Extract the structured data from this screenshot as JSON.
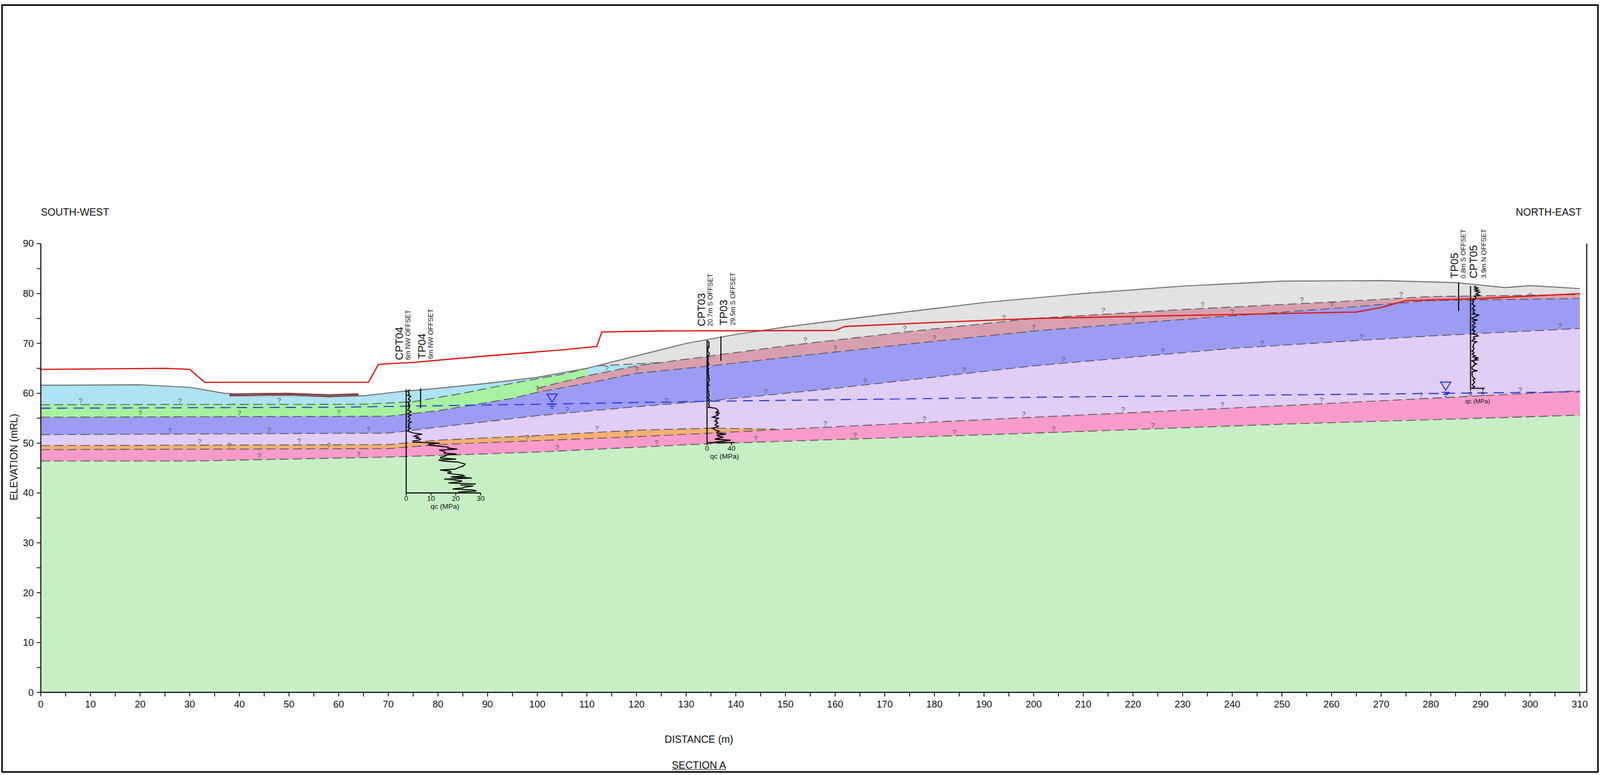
{
  "diagram": {
    "caption": "SECTION A",
    "labels": [
      "SOUTH-WEST",
      "NORTH-EAST",
      "0",
      "10",
      "20",
      "30",
      "40",
      "50",
      "60",
      "70",
      "80",
      "90",
      "0",
      "10",
      "20",
      "30",
      "40",
      "50",
      "60",
      "70",
      "80",
      "90",
      "100",
      "110",
      "120",
      "130",
      "140",
      "150",
      "160",
      "170",
      "180",
      "190",
      "200",
      "210",
      "220",
      "230",
      "240",
      "250",
      "260",
      "270",
      "280",
      "290",
      "300",
      "310",
      "ELEVATION (mRL)",
      "DISTANCE (m)",
      "CPT04",
      "6m NW OFFSET",
      "TP04",
      "6m NW OFFSET",
      "0",
      "10",
      "20",
      "30",
      "qc (MPa)",
      "CPT03",
      "20.7m S OFFSET",
      "TP03",
      "29.5m S OFFSET",
      "0",
      "40",
      "qc (MPa)",
      "TP05",
      "0.8m S OFFSET",
      "CPT05",
      "3.9m N OFFSET",
      "0",
      "5",
      "qc (MPa)",
      "?",
      "?",
      "?",
      "?",
      "?",
      "?",
      "?",
      "?",
      "?",
      "?",
      "?",
      "?",
      "?",
      "?",
      "?",
      "?",
      "?",
      "?",
      "?",
      "?",
      "?",
      "?",
      "?",
      "?",
      "?",
      "?",
      "?",
      "?",
      "?",
      "?",
      "?",
      "?",
      "?",
      "?",
      "?",
      "?",
      "?",
      "?",
      "?",
      "?",
      "?",
      "?",
      "?",
      "?",
      "?",
      "?",
      "?",
      "?",
      "?",
      "?",
      "?",
      "?",
      "?",
      "?",
      "?",
      "?",
      "?",
      "?",
      "?",
      "?"
    ]
  }
}
